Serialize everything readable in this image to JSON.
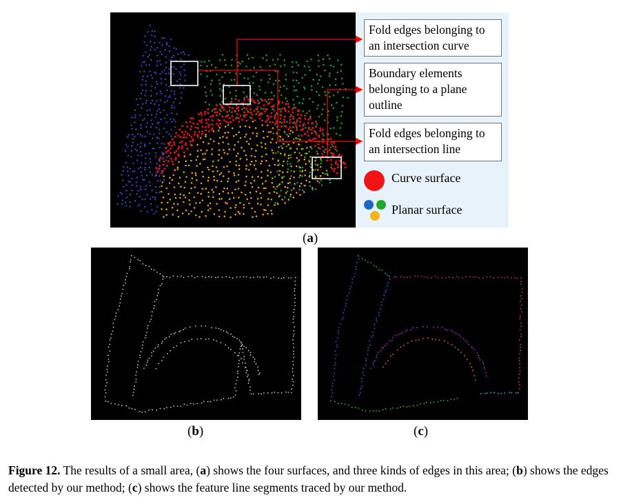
{
  "panel_a": {
    "label_open": "(",
    "label_letter": "a",
    "label_close": ")",
    "legend": {
      "fold_curve": "Fold edges belonging to an intersection curve",
      "boundary": "Boundary elements belonging to a plane outline",
      "fold_line": "Fold edges belonging to an intersection line",
      "curve_surface": "Curve surface",
      "planar_surface": "Planar surface"
    },
    "colors": {
      "planar_blue": "#2f4fd0",
      "planar_green": "#1e9a22",
      "planar_orange": "#e89a1a",
      "curve_red": "#e01818",
      "legend_bg": "#e8f2fb",
      "arrow": "#ff0000"
    }
  },
  "panel_b": {
    "label_open": "(",
    "label_letter": "b",
    "label_close": ")"
  },
  "panel_c": {
    "label_open": "(",
    "label_letter": "c",
    "label_close": ")"
  },
  "caption": {
    "figure_label": "Figure 12.",
    "t1": " The results of a small area, (",
    "a": "a",
    "t2": ") shows the four surfaces, and three kinds of edges in this area; (",
    "b": "b",
    "t3": ") shows the edges detected by our method; (",
    "c": "c",
    "t4": ") shows the feature line segments traced by our method."
  }
}
